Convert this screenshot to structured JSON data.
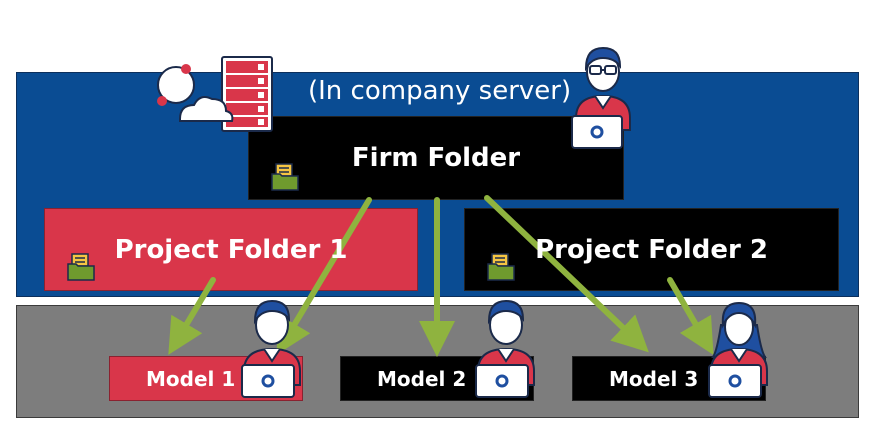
{
  "server_band": {
    "label": "(In company server)"
  },
  "firm_folder": {
    "label": "Firm Folder"
  },
  "project_folders": [
    {
      "label": "Project Folder 1",
      "color": "#d9364a"
    },
    {
      "label": "Project Folder 2",
      "color": "#000000"
    }
  ],
  "models": [
    {
      "label": "Model 1",
      "color": "#d9364a"
    },
    {
      "label": "Model 2",
      "color": "#000000"
    },
    {
      "label": "Model 3",
      "color": "#000000"
    }
  ],
  "colors": {
    "server_band": "#0a4c93",
    "local_band": "#7d7d7d",
    "arrow": "#8fb33f",
    "accent_red": "#d9364a"
  },
  "icons": [
    "server-cloud-icon",
    "admin-user-icon",
    "folder-icon",
    "user-laptop-icon"
  ]
}
